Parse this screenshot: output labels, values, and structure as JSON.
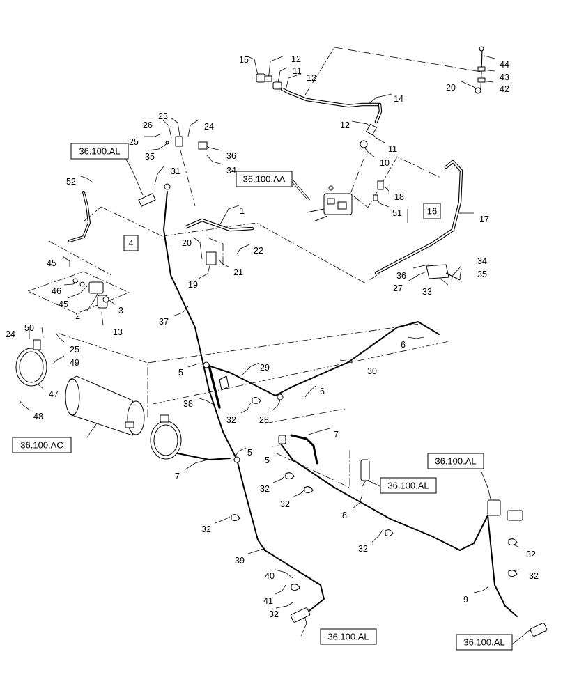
{
  "diagram": {
    "callouts": [
      {
        "id": "c15",
        "text": "15"
      },
      {
        "id": "c12a",
        "text": "12"
      },
      {
        "id": "c11a",
        "text": "11"
      },
      {
        "id": "c12b",
        "text": "12"
      },
      {
        "id": "c14",
        "text": "14"
      },
      {
        "id": "c12c",
        "text": "12"
      },
      {
        "id": "c11b",
        "text": "11"
      },
      {
        "id": "c10",
        "text": "10"
      },
      {
        "id": "c44",
        "text": "44"
      },
      {
        "id": "c43",
        "text": "43"
      },
      {
        "id": "c42",
        "text": "42"
      },
      {
        "id": "c20a",
        "text": "20"
      },
      {
        "id": "c23",
        "text": "23"
      },
      {
        "id": "c26",
        "text": "26"
      },
      {
        "id": "c24a",
        "text": "24"
      },
      {
        "id": "c25a",
        "text": "25"
      },
      {
        "id": "c35a",
        "text": "35"
      },
      {
        "id": "c36a",
        "text": "36"
      },
      {
        "id": "c34a",
        "text": "34"
      },
      {
        "id": "c31",
        "text": "31"
      },
      {
        "id": "c52",
        "text": "52"
      },
      {
        "id": "c18",
        "text": "18"
      },
      {
        "id": "c51",
        "text": "51"
      },
      {
        "id": "c17",
        "text": "17"
      },
      {
        "id": "c1",
        "text": "1"
      },
      {
        "id": "c20b",
        "text": "20"
      },
      {
        "id": "c22",
        "text": "22"
      },
      {
        "id": "c21",
        "text": "21"
      },
      {
        "id": "c19",
        "text": "19"
      },
      {
        "id": "c45a",
        "text": "45"
      },
      {
        "id": "c46",
        "text": "46"
      },
      {
        "id": "c45b",
        "text": "45"
      },
      {
        "id": "c2",
        "text": "2"
      },
      {
        "id": "c3",
        "text": "3"
      },
      {
        "id": "c13",
        "text": "13"
      },
      {
        "id": "c36b",
        "text": "36"
      },
      {
        "id": "c27",
        "text": "27"
      },
      {
        "id": "c33",
        "text": "33"
      },
      {
        "id": "c34b",
        "text": "34"
      },
      {
        "id": "c35b",
        "text": "35"
      },
      {
        "id": "c37",
        "text": "37"
      },
      {
        "id": "c24b",
        "text": "24"
      },
      {
        "id": "c50",
        "text": "50"
      },
      {
        "id": "c25b",
        "text": "25"
      },
      {
        "id": "c49",
        "text": "49"
      },
      {
        "id": "c47",
        "text": "47"
      },
      {
        "id": "c48",
        "text": "48"
      },
      {
        "id": "c6a",
        "text": "6"
      },
      {
        "id": "c5a",
        "text": "5"
      },
      {
        "id": "c29",
        "text": "29"
      },
      {
        "id": "c30",
        "text": "30"
      },
      {
        "id": "c6b",
        "text": "6"
      },
      {
        "id": "c38",
        "text": "38"
      },
      {
        "id": "c32a",
        "text": "32"
      },
      {
        "id": "c28",
        "text": "28"
      },
      {
        "id": "c7a",
        "text": "7"
      },
      {
        "id": "c5b",
        "text": "5"
      },
      {
        "id": "c5c",
        "text": "5"
      },
      {
        "id": "c7b",
        "text": "7"
      },
      {
        "id": "c32b",
        "text": "32"
      },
      {
        "id": "c32c",
        "text": "32"
      },
      {
        "id": "c8",
        "text": "8"
      },
      {
        "id": "c32d",
        "text": "32"
      },
      {
        "id": "c32e",
        "text": "32"
      },
      {
        "id": "c39",
        "text": "39"
      },
      {
        "id": "c40",
        "text": "40"
      },
      {
        "id": "c41",
        "text": "41"
      },
      {
        "id": "c32f",
        "text": "32"
      },
      {
        "id": "c32g",
        "text": "32"
      },
      {
        "id": "c32h",
        "text": "32"
      },
      {
        "id": "c9",
        "text": "9"
      }
    ],
    "boxed_refs": [
      {
        "id": "b_al1",
        "text": "36.100.AL"
      },
      {
        "id": "b_aa",
        "text": "36.100.AA"
      },
      {
        "id": "b_16",
        "text": "16"
      },
      {
        "id": "b_4",
        "text": "4"
      },
      {
        "id": "b_ac",
        "text": "36.100.AC"
      },
      {
        "id": "b_al2",
        "text": "36.100.AL"
      },
      {
        "id": "b_al3",
        "text": "36.100.AL"
      },
      {
        "id": "b_al4",
        "text": "36.100.AL"
      },
      {
        "id": "b_al5",
        "text": "36.100.AL"
      }
    ]
  }
}
